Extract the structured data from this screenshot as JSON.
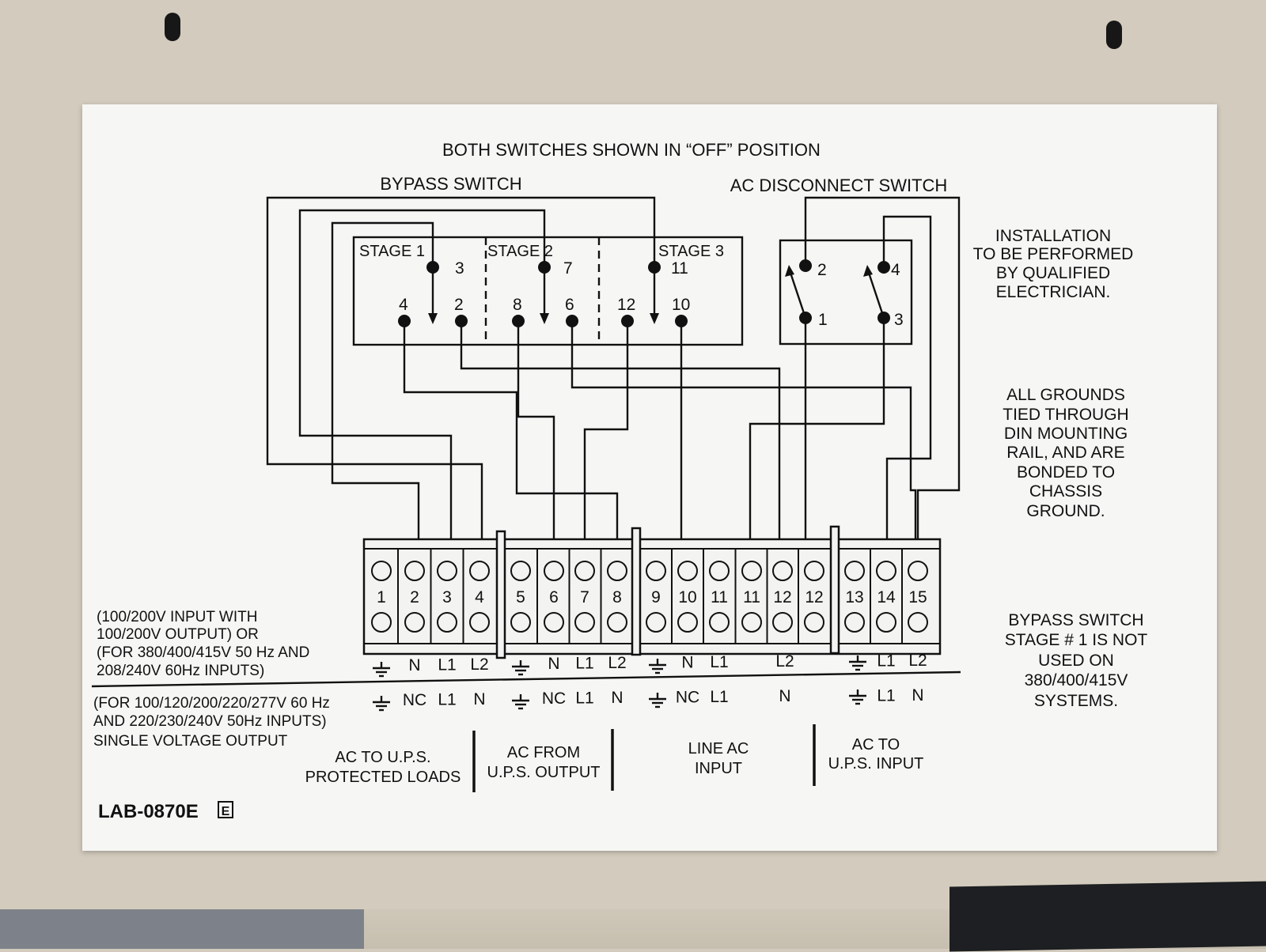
{
  "title": "BOTH SWITCHES SHOWN IN “OFF” POSITION",
  "bypass_switch_label": "BYPASS SWITCH",
  "ac_disconnect_label": "AC DISCONNECT SWITCH",
  "stages": [
    "STAGE 1",
    "STAGE 2",
    "STAGE 3"
  ],
  "bypass_contacts": [
    "3",
    "7",
    "11",
    "4",
    "2",
    "8",
    "6",
    "12",
    "10"
  ],
  "ac_contacts": [
    "2",
    "4",
    "1",
    "3"
  ],
  "notes": {
    "installation": [
      "INSTALLATION",
      "TO BE PERFORMED",
      "BY QUALIFIED",
      "ELECTRICIAN."
    ],
    "grounds": [
      "ALL GROUNDS",
      "TIED THROUGH",
      "DIN MOUNTING",
      "RAIL, AND ARE",
      "BONDED TO",
      "CHASSIS",
      "GROUND."
    ],
    "bypass_stage": [
      "BYPASS SWITCH",
      "STAGE # 1 IS NOT",
      "USED ON",
      "380/400/415V",
      "SYSTEMS."
    ]
  },
  "terminal_numbers": [
    "1",
    "2",
    "3",
    "4",
    "5",
    "6",
    "7",
    "8",
    "9",
    "10",
    "11",
    "11",
    "12",
    "12",
    "13",
    "14",
    "15"
  ],
  "config_a": {
    "lines": [
      "(100/200V INPUT WITH",
      "100/200V OUTPUT) OR",
      "(FOR 380/400/415V 50 Hz AND",
      "208/240V 60Hz INPUTS)"
    ],
    "terms": [
      "N",
      "L1",
      "L2",
      "N",
      "L1",
      "L2",
      "N",
      "L1",
      "L2",
      "L1",
      "L2"
    ]
  },
  "config_b": {
    "lines": [
      "(FOR 100/120/200/220/277V  60 Hz",
      "AND 220/230/240V 50Hz INPUTS)",
      "SINGLE VOLTAGE OUTPUT"
    ],
    "terms": [
      "NC",
      "L1",
      "N",
      "NC",
      "L1",
      "N",
      "NC",
      "L1",
      "N",
      "L1",
      "N"
    ]
  },
  "groups": [
    [
      "AC TO U.P.S.",
      "PROTECTED LOADS"
    ],
    [
      "AC FROM",
      "U.P.S. OUTPUT"
    ],
    [
      "LINE AC",
      "INPUT"
    ],
    [
      "AC TO",
      "U.P.S. INPUT"
    ]
  ],
  "part_number": "LAB-0870E",
  "part_suffix": "E"
}
